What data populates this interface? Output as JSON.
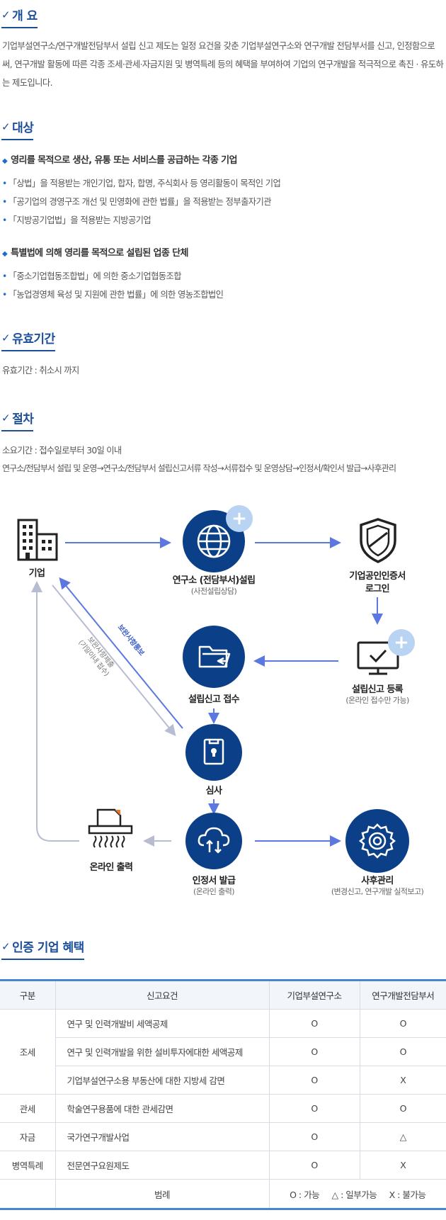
{
  "overview": {
    "title": "개 요",
    "text": "기업부설연구소/연구개발전담부서 설립 신고 제도는 일정 요건을 갖춘 기업부설연구소와 연구개발 전담부서를 신고, 인정함으로써, 연구개발 활동에 따른 각종 조세·관세·자금지원 및 병역특례 등의 혜택을 부여하여 기업의 연구개발을 적극적으로 촉진 · 유도하는 제도입니다."
  },
  "target": {
    "title": "대상",
    "group1_heading": "영리를 목적으로 생산, 유통 또는 서비스를 공급하는 각종 기업",
    "group1_items": [
      "「상법」을 적용받는 개인기업, 합자, 합명, 주식회사 등 영리활동이 목적인 기업",
      "「공기업의 경영구조 개선 및 민영화에 관한 법률」을 적용받는 정부출자기관",
      "「지방공기업법」을 적용받는 지방공기업"
    ],
    "group2_heading": "특별법에 의해 영리를 목적으로 설립된 업종 단체",
    "group2_items": [
      "「중소기업협동조합법」에 의한 중소기업협동조합",
      "「농업경영체 육성 및 지원에 관한 법률」에 의한 영농조합법인"
    ]
  },
  "validity": {
    "title": "유효기간",
    "text": "유효기간 : 취소시 까지"
  },
  "procedure": {
    "title": "절차",
    "duration": "소요기간 : 접수일로부터 30일 이내",
    "flow": "연구소/전담부서 설립 및 운영→연구소/전담부서 설립신고서류 작성→서류접수 및 운영상담→인정서/확인서 발급→사후관리",
    "diagram": {
      "company": "기업",
      "setup": "연구소 (전담부서)설립",
      "setup_sub": "(사전설립상담)",
      "cert_login_1": "기업공인인증서",
      "cert_login_2": "로그인",
      "register": "설립신고 등록",
      "register_sub": "(온라인 접수만 가능)",
      "receive": "설립신고 접수",
      "review": "심사",
      "issue": "인정서 발급",
      "issue_sub": "(온라인 출력)",
      "print": "온라인 출력",
      "aftercare": "사후관리",
      "aftercare_sub": "(변경신고, 연구개발 실적보고)",
      "arrow_supplement": "보완사항통보",
      "arrow_response_1": "보완사항제출",
      "arrow_response_2": "(기일이내 접수)"
    }
  },
  "benefits": {
    "title": "인증 기업 혜택",
    "headers": [
      "구분",
      "신고요건",
      "기업부설연구소",
      "연구개발전담부서"
    ],
    "groups": [
      {
        "category": "조세",
        "rows": [
          {
            "req": "연구 및 인력개발비 세액공제",
            "lab": "O",
            "dept": "O"
          },
          {
            "req": "연구 및 인력개발을 위한 설비투자에대한 세액공제",
            "lab": "O",
            "dept": "O"
          },
          {
            "req": "기업부설연구소용 부동산에 대한 지방세 감면",
            "lab": "O",
            "dept": "X"
          }
        ]
      },
      {
        "category": "관세",
        "rows": [
          {
            "req": "학술연구용품에 대한 관세감면",
            "lab": "O",
            "dept": "O"
          }
        ]
      },
      {
        "category": "자금",
        "rows": [
          {
            "req": "국가연구개발사업",
            "lab": "O",
            "dept": "△"
          }
        ]
      },
      {
        "category": "병역특례",
        "rows": [
          {
            "req": "전문연구요원제도",
            "lab": "O",
            "dept": "X"
          }
        ]
      }
    ],
    "legend_label": "범례",
    "legend_values": "O : 가능     △ : 일부가능     X : 불가능"
  },
  "colors": {
    "accent": "#1b4e9b",
    "circle": "#0b3f88",
    "arrow": "#5b77e0",
    "table_border": "#4a86cf"
  }
}
